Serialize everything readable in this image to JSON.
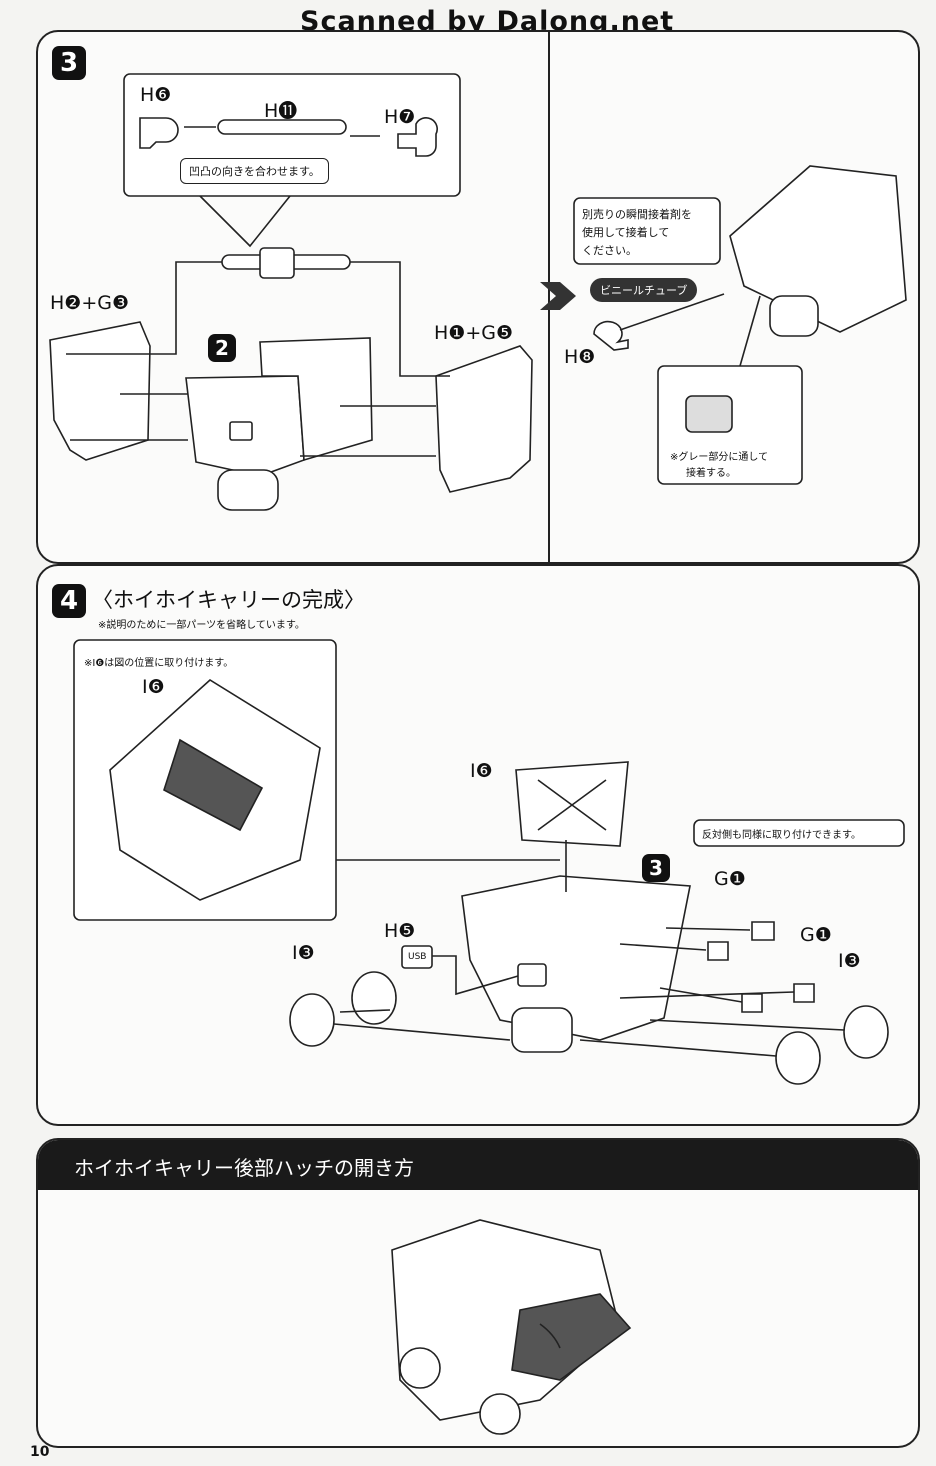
{
  "header": {
    "watermark": "Scanned by Dalong.net"
  },
  "step3": {
    "number": "3",
    "parts": {
      "h6": "H❻",
      "h11": "H⓫",
      "h7": "H❼",
      "h2g3": "H❷+G❸",
      "h1g5": "H❶+G❺",
      "h8": "H❽"
    },
    "sub_badge": "2",
    "callout_orient": "凹凸の向きを合わせます。",
    "callout_glue": [
      "別売りの瞬間接着剤を",
      "使用して接着して",
      "ください。"
    ],
    "vinyl_label": "ビニールチューブ",
    "gray_note": [
      "※グレー部分に通して",
      "接着する。"
    ]
  },
  "step4": {
    "number": "4",
    "title": "〈ホイホイキャリーの完成〉",
    "note": "※説明のために一部パーツを省略しています。",
    "inset_note": "※I❻は図の位置に取り付けます。",
    "parts": {
      "i6_inset": "I❻",
      "i6": "I❻",
      "h5": "H❺",
      "i3_left": "I❸",
      "i3_right": "I❸",
      "g1_a": "G❶",
      "g1_b": "G❶"
    },
    "sub_badge": "3",
    "usb_text": "USB",
    "callout_opposite": "反対側も同様に取り付けできます。"
  },
  "hatch": {
    "title": "ホイホイキャリー後部ハッチの開き方"
  },
  "footer": {
    "page_number": "10"
  }
}
